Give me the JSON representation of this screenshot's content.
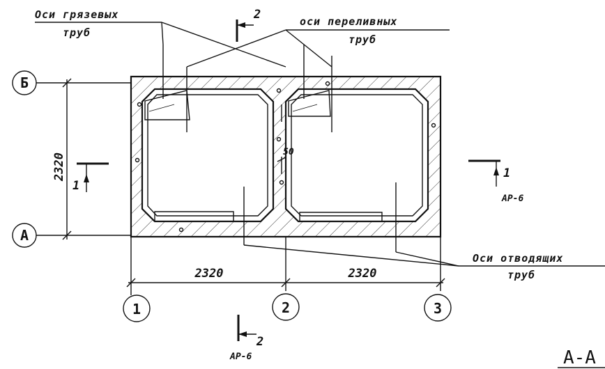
{
  "labels": {
    "mud_pipes_line1": "Оси грязевых",
    "mud_pipes_line2": "труб",
    "overflow_pipes_line1": "оси переливных",
    "overflow_pipes_line2": "труб",
    "drain_pipes_line1": "Оси отводящих",
    "drain_pipes_line2": "труб"
  },
  "dimensions": {
    "height": "2320",
    "width_left": "2320",
    "width_right": "2320",
    "wall_offset": "50"
  },
  "grid_axes": {
    "row_top": "Б",
    "row_bottom": "А",
    "col_1": "1",
    "col_2": "2",
    "col_3": "3"
  },
  "section_marks": {
    "s2_top": "2",
    "s2_bottom": "2",
    "s2_bottom_sheet": "АР-6",
    "s1_left": "1",
    "s1_right": "1",
    "s1_right_sheet": "АР-6"
  },
  "view_title": "А-А"
}
